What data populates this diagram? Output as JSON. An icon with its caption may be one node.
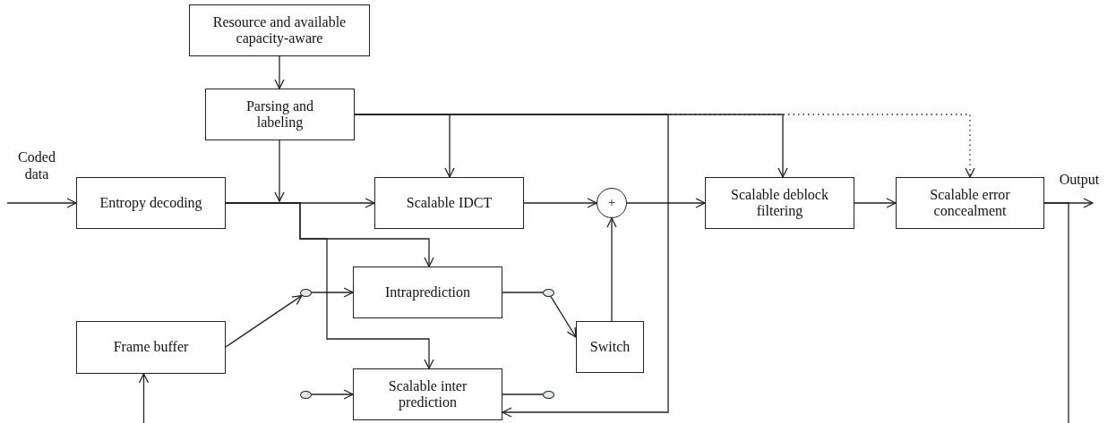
{
  "diagram": {
    "nodes": [
      {
        "text": [
          "Resource and available capacity-aware"
        ]
      },
      {
        "text": [
          "Parsing and labeling"
        ]
      },
      {
        "text": [
          "Entropy decoding"
        ]
      },
      {
        "text": [
          "Scalable IDCT"
        ]
      },
      {
        "text": [
          "+"
        ]
      },
      {
        "text": [
          "Scalable deblock filtering"
        ]
      },
      {
        "text": [
          "Scalable error concealment"
        ]
      },
      {
        "text": [
          "Intraprediction"
        ]
      },
      {
        "text": [
          "Frame buffer"
        ]
      },
      {
        "text": [
          "Switch"
        ]
      },
      {
        "text": [
          "Scalable inter prediction"
        ]
      },
      {
        "text": [],
        "shape": "circle"
      },
      {
        "text": [],
        "shape": "circle"
      },
      {
        "text": [],
        "shape": "circle"
      },
      {
        "text": [],
        "shape": "circle"
      }
    ],
    "edges": [
      {
        "from": 0,
        "to": 1,
        "arrow": "to"
      },
      {
        "from": 1,
        "to": null,
        "arrow": "to"
      },
      {
        "from": null,
        "to": 2,
        "arrow": "to",
        "label": "Coded data"
      },
      {
        "from": 2,
        "to": 3,
        "arrow": "to"
      },
      {
        "from": 1,
        "to": 3,
        "arrow": "to"
      },
      {
        "from": 1,
        "to": 5,
        "arrow": "to"
      },
      {
        "from": 1,
        "to": 6,
        "arrow": "to",
        "style": "dashed"
      },
      {
        "from": 1,
        "to": 10,
        "arrow": "to"
      },
      {
        "from": 3,
        "to": 4,
        "arrow": "to"
      },
      {
        "from": 4,
        "to": 5,
        "arrow": "to"
      },
      {
        "from": 5,
        "to": 6,
        "arrow": "to"
      },
      {
        "from": 6,
        "to": null,
        "arrow": "to",
        "label": "Output"
      },
      {
        "from": 6,
        "to": 8,
        "arrow": "to"
      },
      {
        "from": 2,
        "to": 7,
        "arrow": "to"
      },
      {
        "from": 2,
        "to": 10,
        "arrow": "to"
      },
      {
        "from": 8,
        "to": 11,
        "arrow": "to"
      },
      {
        "from": 11,
        "to": 7,
        "arrow": "to"
      },
      {
        "from": 7,
        "to": 12,
        "arrow": "none"
      },
      {
        "from": 12,
        "to": 9,
        "arrow": "to"
      },
      {
        "from": 9,
        "to": 4,
        "arrow": "to"
      },
      {
        "from": 13,
        "to": 10,
        "arrow": "to"
      },
      {
        "from": 10,
        "to": 14,
        "arrow": "none"
      }
    ]
  }
}
